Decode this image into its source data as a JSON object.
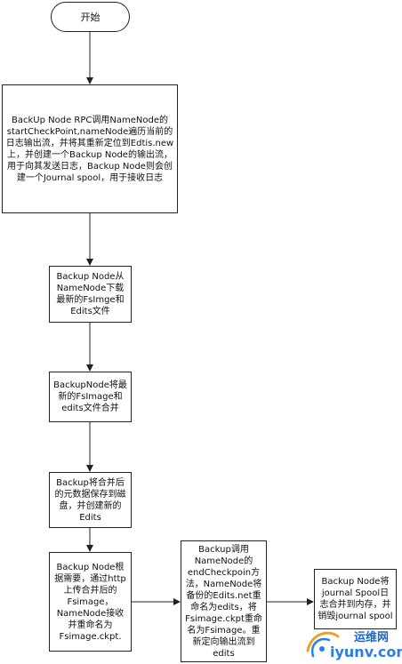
{
  "flowchart": {
    "start": "开始",
    "steps": [
      "BackUp Node RPC调用NameNode的startCheckPoint,nameNode遍历当前的日志输出流，并将其重新定位到Edtis.new上，并创建一个Backup Node的输出流，用于向其发送日志，Backup Node则会创建一个Journal spool，用于接收日志",
      "Backup Node从NameNode下载最新的FsImge和Edits文件",
      "BackupNode将最新的FsImage和edits文件合并",
      "Backup将合并后的元数据保存到磁盘，并创建新的Edits",
      "Backup Node根据需要，通过http上传合并后的Fsimage，NameNode接收并重命名为Fsimage.ckpt.",
      "Backup调用NameNode的endCheckpoin方法，NameNode将备份的Edits.net重命名为edits，将Fsimage.ckpt重命名为Fsimage。重新定向输出流到edits",
      "Backup Node将journal Spool日志合并到内存，并销毁journal spool"
    ]
  },
  "watermark": {
    "cn": "运维网",
    "en": "iyunv.com"
  },
  "colors": {
    "line": "#222222",
    "watermark_blue": "#1a66c9",
    "watermark_orange": "#f0a020"
  }
}
